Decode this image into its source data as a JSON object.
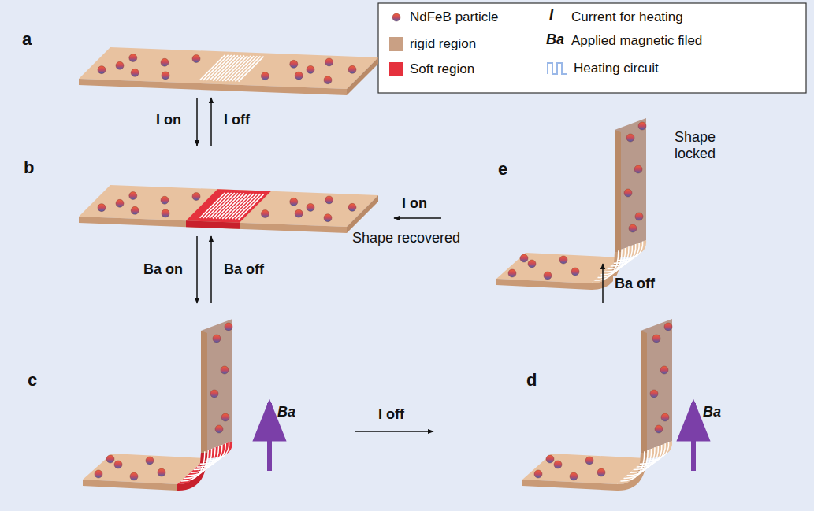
{
  "diagram": {
    "nodes": [
      {
        "text": [
          "a"
        ]
      },
      {
        "text": [
          "b"
        ]
      },
      {
        "text": [
          "c"
        ]
      },
      {
        "text": [
          "d"
        ]
      },
      {
        "text": [
          "e"
        ]
      }
    ],
    "edges": [
      {
        "from": 0,
        "to": 1,
        "label": "I on",
        "arrow": "to"
      },
      {
        "from": 1,
        "to": 0,
        "label": "I off",
        "arrow": "to"
      },
      {
        "from": 1,
        "to": 2,
        "label": "Ba on",
        "arrow": "to"
      },
      {
        "from": 2,
        "to": 1,
        "label": "Ba off",
        "arrow": "to"
      },
      {
        "from": 2,
        "to": 3,
        "label": "I off",
        "arrow": "to"
      },
      {
        "from": 3,
        "to": 4,
        "label": "Ba off",
        "arrow": "to"
      },
      {
        "from": 4,
        "to": 1,
        "label": "I on",
        "arrow": "to"
      }
    ],
    "labels": [
      "I",
      "Ba",
      "Shape locked",
      "Shape recovered",
      "Ba",
      "Ba"
    ],
    "legend": [
      {
        "text": "NdFeB particle"
      },
      {
        "text": "rigid region",
        "color": "#c9a084"
      },
      {
        "text": "Soft region",
        "color": "#e5313d"
      },
      {
        "text": "Current for heating"
      },
      {
        "text": "Applied magnetic filed"
      },
      {
        "text": "Heating circuit"
      }
    ]
  }
}
